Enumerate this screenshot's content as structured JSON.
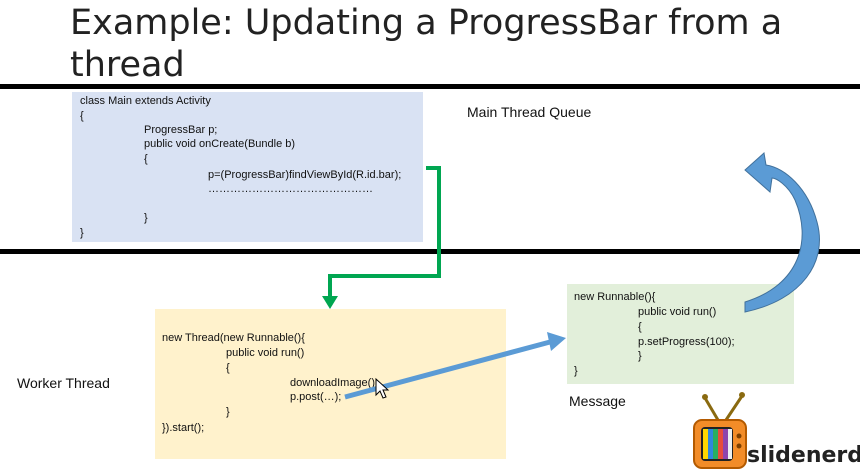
{
  "slide": {
    "title_line1": "Example: Updating a ProgressBar from a",
    "title_line2": "thread",
    "main_queue_label": "Main Thread Queue",
    "worker_label": "Worker Thread",
    "message_label": "Message",
    "logo_text": "slidenerd"
  },
  "main_code": [
    "class Main extends Activity",
    "{",
    "ProgressBar p;",
    "public void onCreate(Bundle b)",
    "{",
    "p=(ProgressBar)findViewById(R.id.bar);",
    "………………………………………",
    "}",
    "}"
  ],
  "worker_code": [
    "new Thread(new Runnable(){",
    "public void run()",
    "{",
    "downloadImage();",
    "p.post(…);",
    "}",
    "}).start();"
  ],
  "message_code": [
    "new Runnable(){",
    "public void run()",
    "{",
    "p.setProgress(100);",
    "}",
    "}"
  ],
  "colors": {
    "main_box": "#d9e2f3",
    "worker_box": "#fff2cc",
    "message_box": "#e2efda",
    "green_arrow": "#00a651",
    "blue_arrow": "#5b9bd5"
  }
}
